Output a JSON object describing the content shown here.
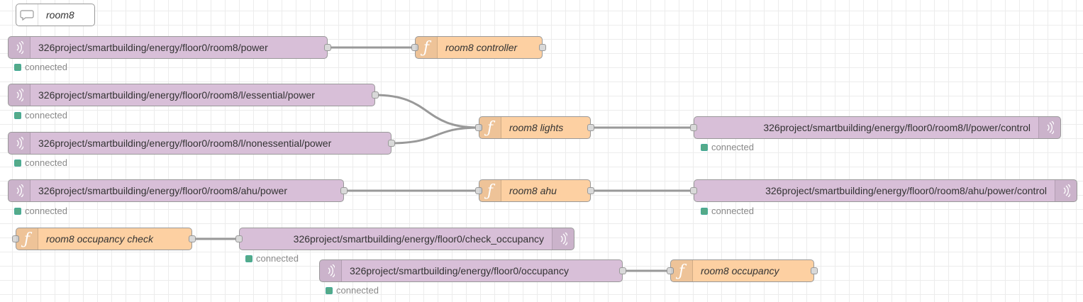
{
  "comment": {
    "text": "room8",
    "icon": "comment-icon"
  },
  "status_text": "connected",
  "colors": {
    "mqtt_node": "#d8bfd8",
    "function_node": "#fdd0a2",
    "wire": "#999999",
    "status_connected": "#55aa88"
  },
  "nodes": {
    "mqtt_room8_power": "326project/smartbuilding/energy/floor0/room8/power",
    "fn_room8_controller": "room8 controller",
    "mqtt_room8_l_essential": "326project/smartbuilding/energy/floor0/room8/l/essential/power",
    "mqtt_room8_l_nonessential": "326project/smartbuilding/energy/floor0/room8/l/nonessential/power",
    "fn_room8_lights": "room8 lights",
    "mqtt_out_room8_l_control": "326project/smartbuilding/energy/floor0/room8/l/power/control",
    "mqtt_room8_ahu": "326project/smartbuilding/energy/floor0/room8/ahu/power",
    "fn_room8_ahu": "room8 ahu",
    "mqtt_out_room8_ahu_control": "326project/smartbuilding/energy/floor0/room8/ahu/power/control",
    "fn_room8_occupancy_check": "room8 occupancy check",
    "mqtt_out_check_occupancy": "326project/smartbuilding/energy/floor0/check_occupancy",
    "mqtt_occupancy": "326project/smartbuilding/energy/floor0/occupancy",
    "fn_room8_occupancy": "room8 occupancy"
  }
}
